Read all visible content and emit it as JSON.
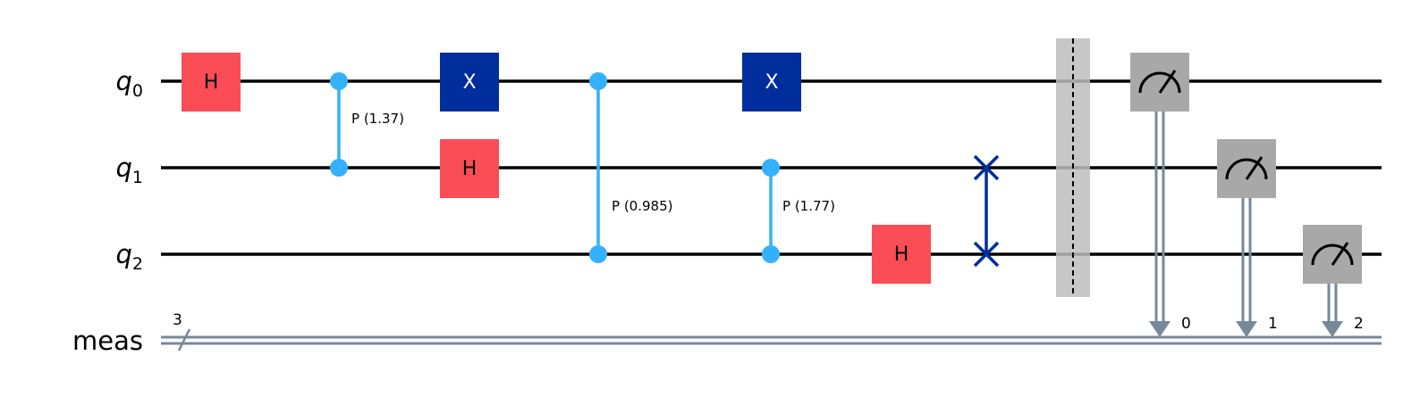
{
  "colors": {
    "wire": "#000000",
    "classical_wire": "#778899",
    "h_gate": "#FA4D56",
    "x_gate": "#002D9C",
    "control_phase": "#33B1FF",
    "swap": "#002D9C",
    "barrier": "#BDBDBD",
    "measure": "#A8A8A8",
    "gate_text_light": "#FFFFFF",
    "gate_text_dark": "#000000"
  },
  "wires": {
    "q0": {
      "label": "q",
      "sub": "0"
    },
    "q1": {
      "label": "q",
      "sub": "1"
    },
    "q2": {
      "label": "q",
      "sub": "2"
    },
    "meas": {
      "label": "meas",
      "bundle_size": "3"
    }
  },
  "gates": [
    {
      "type": "h",
      "label": "H",
      "qubit": 0,
      "column": 0
    },
    {
      "type": "cp",
      "label": "P (1.37)",
      "qubits": [
        0,
        1
      ],
      "column": 1
    },
    {
      "type": "x",
      "label": "X",
      "qubit": 0,
      "column": 2
    },
    {
      "type": "h",
      "label": "H",
      "qubit": 1,
      "column": 2
    },
    {
      "type": "cp",
      "label": "P (0.985)",
      "qubits": [
        0,
        2
      ],
      "column": 3
    },
    {
      "type": "x",
      "label": "X",
      "qubit": 0,
      "column": 4
    },
    {
      "type": "cp",
      "label": "P (1.77)",
      "qubits": [
        1,
        2
      ],
      "column": 4
    },
    {
      "type": "h",
      "label": "H",
      "qubit": 2,
      "column": 5
    },
    {
      "type": "swap",
      "qubits": [
        1,
        2
      ],
      "column": 6
    },
    {
      "type": "barrier",
      "qubits": [
        0,
        1,
        2
      ],
      "column": 7
    },
    {
      "type": "measure",
      "qubit": 0,
      "clbit": "0",
      "column": 8
    },
    {
      "type": "measure",
      "qubit": 1,
      "clbit": "1",
      "column": 9
    },
    {
      "type": "measure",
      "qubit": 2,
      "clbit": "2",
      "column": 10
    }
  ]
}
